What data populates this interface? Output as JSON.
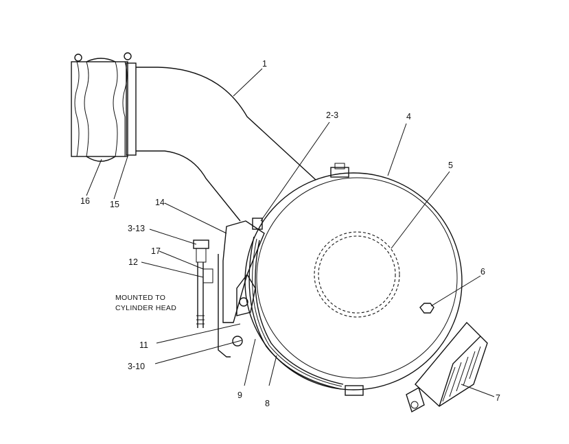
{
  "diagram": {
    "note_line1": "MOUNTED TO",
    "note_line2": "CYLINDER HEAD",
    "callouts": {
      "c1": "1",
      "c2_3": "2-3",
      "c4": "4",
      "c5": "5",
      "c6": "6",
      "c7": "7",
      "c8": "8",
      "c9": "9",
      "c3_10": "3-10",
      "c11": "11",
      "c12": "12",
      "c3_13": "3-13",
      "c14": "14",
      "c15": "15",
      "c16": "16",
      "c17": "17"
    }
  }
}
